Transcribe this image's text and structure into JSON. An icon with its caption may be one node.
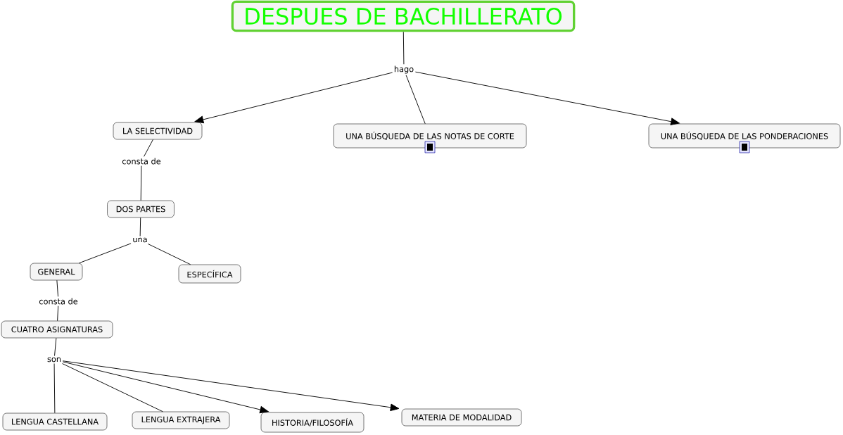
{
  "diagram": {
    "title": "DESPUES DE BACHILLERATO",
    "nodes": [
      {
        "text": [
          "hago"
        ]
      },
      {
        "text": [
          "LA SELECTIVIDAD"
        ]
      },
      {
        "text": [
          "UNA BÚSQUEDA DE LAS NOTAS DE CORTE"
        ]
      },
      {
        "text": [
          "UNA BÚSQUEDA DE LAS PONDERACIONES"
        ]
      },
      {
        "text": [
          "consta de"
        ]
      },
      {
        "text": [
          "DOS PARTES"
        ]
      },
      {
        "text": [
          "una"
        ]
      },
      {
        "text": [
          "GENERAL"
        ]
      },
      {
        "text": [
          "ESPECÍFICA"
        ]
      },
      {
        "text": [
          "consta de"
        ]
      },
      {
        "text": [
          "CUATRO ASIGNATURAS"
        ]
      },
      {
        "text": [
          "son"
        ]
      },
      {
        "text": [
          "LENGUA CASTELLANA"
        ]
      },
      {
        "text": [
          "LENGUA EXTRAJERA"
        ]
      },
      {
        "text": [
          "HISTORIA/FILOSOFÍA"
        ]
      },
      {
        "text": [
          "MATERIA DE MODALIDAD"
        ]
      }
    ],
    "edges": [
      {
        "from": null,
        "to": 0,
        "arrow": "none"
      },
      {
        "from": 0,
        "to": 1,
        "arrow": "to"
      },
      {
        "from": 0,
        "to": 2,
        "arrow": "none"
      },
      {
        "from": 0,
        "to": 3,
        "arrow": "to"
      },
      {
        "from": 1,
        "to": 4,
        "arrow": "none"
      },
      {
        "from": 4,
        "to": 5,
        "arrow": "none"
      },
      {
        "from": 5,
        "to": 6,
        "arrow": "none"
      },
      {
        "from": 6,
        "to": 7,
        "arrow": "none"
      },
      {
        "from": 6,
        "to": 8,
        "arrow": "none"
      },
      {
        "from": 7,
        "to": 9,
        "arrow": "none"
      },
      {
        "from": 9,
        "to": 10,
        "arrow": "none"
      },
      {
        "from": 10,
        "to": 11,
        "arrow": "none"
      },
      {
        "from": 11,
        "to": 12,
        "arrow": "none"
      },
      {
        "from": 11,
        "to": 13,
        "arrow": "none"
      },
      {
        "from": 11,
        "to": 14,
        "arrow": "to"
      },
      {
        "from": 11,
        "to": 15,
        "arrow": "to"
      }
    ]
  }
}
